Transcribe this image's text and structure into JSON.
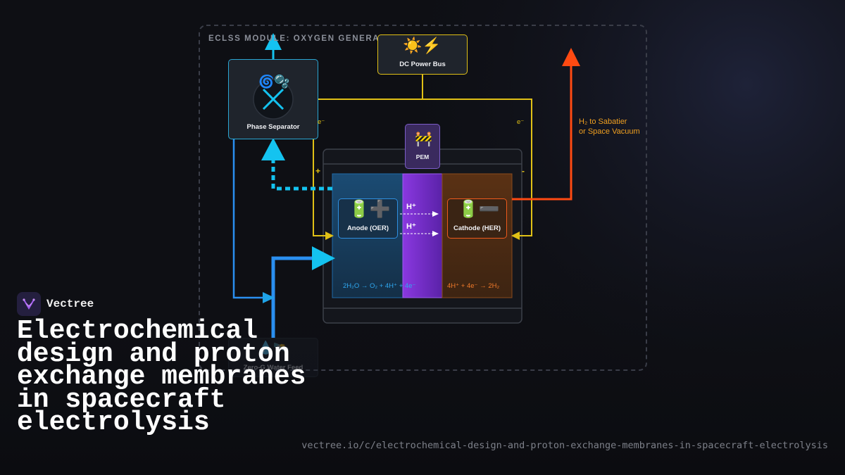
{
  "module_title": "ECLSS MODULE: OXYGEN GENERAT",
  "phase_separator": {
    "label": "Phase Separator",
    "icon": "cyclone-bubbles-icon"
  },
  "dc_power_bus": {
    "label": "DC Power Bus",
    "icons": "☀️⚡"
  },
  "pem": {
    "label": "PEM",
    "icon": "barrier-icon"
  },
  "anode": {
    "label": "Anode (OER)",
    "icons": "🔋➕",
    "reaction": "2H₂O → O₂ + 4H⁺ + 4e⁻"
  },
  "cathode": {
    "label": "Cathode (HER)",
    "icons": "🔋➖",
    "reaction": "4H⁺ + 4e⁻ → 2H₂"
  },
  "proton_labels": [
    "H⁺",
    "H⁺"
  ],
  "electron_labels": {
    "left": "e⁻",
    "right": "e⁻"
  },
  "polarity": {
    "plus": "+",
    "minus": "-"
  },
  "h2_output": {
    "line1": "H₂ to Sabatier",
    "line2": "or Space Vacuum"
  },
  "water_feed": {
    "label": "Zero-G Water Feed",
    "icons": "💧🛰️"
  },
  "colors": {
    "cyan": "#14c3f0",
    "blue": "#2f8fe0",
    "yellow": "#e0c016",
    "orange": "#ff4a12",
    "purple": "#7b3fd8"
  },
  "brand": {
    "name": "Vectree"
  },
  "headline": "Electrochemical design and proton exchange membranes in spacecraft electrolysis",
  "url": "vectree.io/c/electrochemical-design-and-proton-exchange-membranes-in-spacecraft-electrolysis"
}
